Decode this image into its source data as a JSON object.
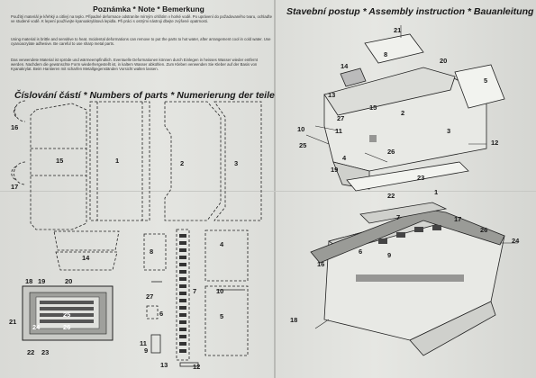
{
  "note": {
    "title": "Poznámka * Note * Bemerkung",
    "cz": "Použitý materiál je křehký a citlivý na teplo. Případné deformace odstraníte mírným ohřátím v horké vodě. Po uprávení do požadovaného tvaru, ochlaďte ve studené vodě. K lepení používejte kyanoakrylátová lepidla. Při práci s ostrými nástroji dbejte zvýšené opatrnosti.",
    "en": "Using material is brittle and sensitive to heat. Incidental deformations can remove to put the parts to hot water, after arrangement cool in cold water. Use cyanoacrylate adhesive. Be careful to use sharp metal parts.",
    "de": "Das verwendete Material ist spröde und wärmeempfindlich. Eventuelle Deformationen können durch Einlegen in heisses Wasser wieder entfernt werden. Nachdem die gewünschte Form wiederhergestellt ist, in kaltem Wasser abkühlen. Zum Kleben verwenden Sie Kleber auf der Basis von Kyanakrylat. Beim Hantieren mit scharfen Metallgegenständen Vorsicht walten lassen."
  },
  "parts": {
    "title": "Číslování částí * Numbers of parts * Numerierung der teile",
    "labels": {
      "p1": "1",
      "p2": "2",
      "p3": "3",
      "p4": "4",
      "p5": "5",
      "p6": "6",
      "p7": "7",
      "p8": "8",
      "p10": "10",
      "p11": "11",
      "p12": "12",
      "p13": "13",
      "p14": "14",
      "p15": "15",
      "p16": "16",
      "p17": "17",
      "p18": "18",
      "p19": "19",
      "p20": "20",
      "p21": "21",
      "p22": "22",
      "p23": "23",
      "p24": "24",
      "p25": "25",
      "p26": "26",
      "p27": "27",
      "p9": "9"
    }
  },
  "assembly": {
    "title": "Stavební postup * Assembly instruction * Bauanleitung",
    "labels": {
      "a21": "21",
      "a8": "8",
      "a14": "14",
      "a20": "20",
      "a5": "5",
      "a13": "13",
      "a15": "15",
      "a2": "2",
      "a3": "3",
      "a10": "10",
      "a27": "27",
      "a11": "11",
      "a25": "25",
      "a4": "4",
      "a26top": "26",
      "a12": "12",
      "a19": "19",
      "a23": "23",
      "a22": "22",
      "a1": "1",
      "a7": "7",
      "a17": "17",
      "a16": "16",
      "a6": "6",
      "a9": "9",
      "a26": "26",
      "a24": "24",
      "a18": "18"
    }
  }
}
